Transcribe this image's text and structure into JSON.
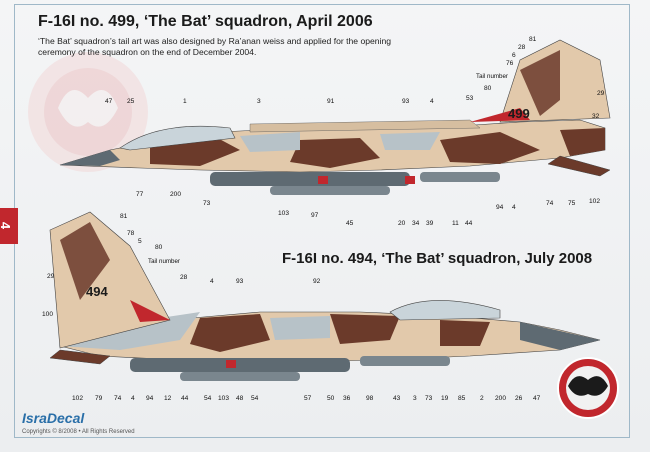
{
  "title_1": "F-16I no. 499, ‘The Bat’ squadron, April 2006",
  "description": "‘The Bat’ squadron’s tail art was also designed by Ra’anan weiss and applied for the opening ceremony of the squadron on the end of December 2004.",
  "title_2": "F-16I no. 494, ‘The Bat’ squadron, July 2008",
  "page_tab": "4",
  "tail_number_1": "499",
  "tail_number_2": "494",
  "tail_number_label": "Tail number",
  "brand": "IsraDecal",
  "copyright": "Copyrights © 8/2008 • All Rights Reserved",
  "callouts_1": [
    "47",
    "25",
    "1",
    "3",
    "91",
    "93",
    "4",
    "81",
    "28",
    "6",
    "76",
    "80",
    "53",
    "29",
    "32",
    "77",
    "200",
    "73",
    "103",
    "97",
    "45",
    "20",
    "34",
    "39",
    "11",
    "44",
    "94",
    "4",
    "74",
    "75",
    "102"
  ],
  "callouts_2": [
    "81",
    "78",
    "5",
    "80",
    "29",
    "28",
    "4",
    "93",
    "92",
    "100",
    "102",
    "79",
    "74",
    "4",
    "94",
    "12",
    "44",
    "54",
    "103",
    "48",
    "54",
    "57",
    "50",
    "36",
    "98",
    "43",
    "3",
    "73",
    "19",
    "85",
    "2",
    "200",
    "26",
    "47"
  ],
  "colors": {
    "sand": "#e2c9ab",
    "brown": "#6b3a2a",
    "grey": "#b7c2c8",
    "dark_grey": "#5e6a72",
    "red": "#c1272d",
    "frame": "#9fb8c8"
  }
}
